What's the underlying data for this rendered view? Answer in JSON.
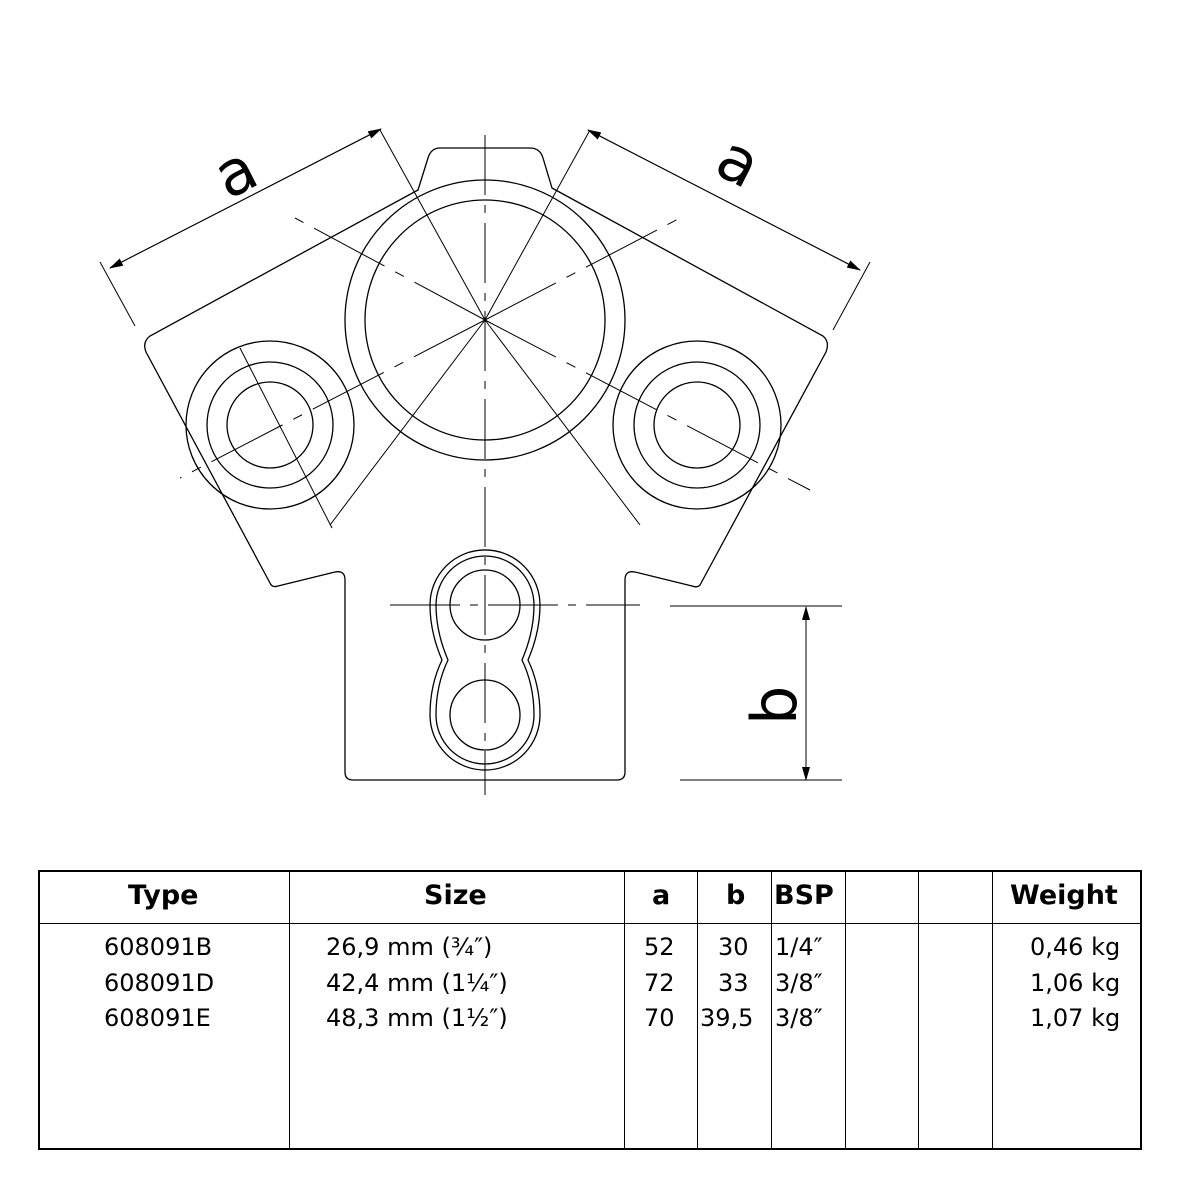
{
  "drawing": {
    "dim_a_left": "a",
    "dim_a_right": "a",
    "dim_b": "b",
    "line_color": "#000000"
  },
  "table": {
    "headers": {
      "type": "Type",
      "size": "Size",
      "a": "a",
      "b": "b",
      "bsp": "BSP",
      "blank1": "",
      "blank2": "",
      "weight": "Weight"
    },
    "rows": [
      {
        "type": "608091B",
        "size": "26,9 mm (¾″)",
        "a": "52",
        "b": "30",
        "bsp": "1/4″",
        "weight": "0,46 kg"
      },
      {
        "type": "608091D",
        "size": "42,4 mm (1¼″)",
        "a": "72",
        "b": "33",
        "bsp": "3/8″",
        "weight": "1,06 kg"
      },
      {
        "type": "608091E",
        "size": "48,3 mm (1½″)",
        "a": "70",
        "b": "39,5",
        "bsp": "3/8″",
        "weight": "1,07 kg"
      }
    ]
  }
}
